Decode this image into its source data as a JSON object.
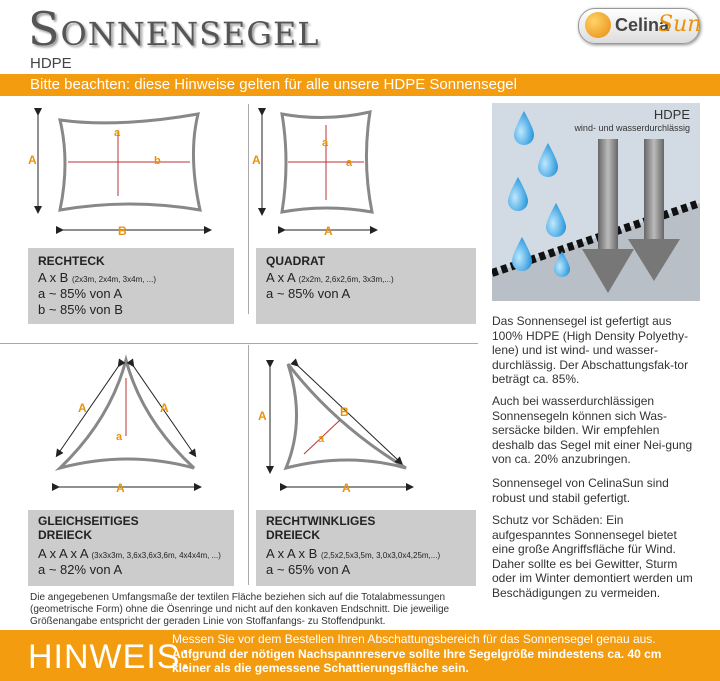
{
  "header": {
    "title": "Sonnensegel",
    "subtitle": "HDPE",
    "logo_a": "Celina",
    "logo_b": "Sun"
  },
  "notice_bar": "Bitte beachten: diese Hinweise gelten für alle unsere HDPE Sonnensegel",
  "labels": {
    "a": "a",
    "b": "b",
    "A": "A",
    "B": "B"
  },
  "panels": {
    "rechteck": {
      "heading": "RECHTECK",
      "line1_main": "A x B",
      "line1_small": "(2x3m, 2x4m, 3x4m, ...)",
      "line2": "a ~ 85% von A",
      "line3": "b ~ 85% von B"
    },
    "quadrat": {
      "heading": "QUADRAT",
      "line1_main": "A x A",
      "line1_small": "(2x2m, 2,6x2,6m, 3x3m,...)",
      "line2": "a ~ 85% von A"
    },
    "gleich": {
      "heading1": "GLEICHSEITIGES",
      "heading2": "DREIECK",
      "line1_main": "A x A x A",
      "line1_small": "(3x3x3m, 3,6x3,6x3,6m, 4x4x4m, ...)",
      "line2": "a ~ 82% von A"
    },
    "recht": {
      "heading1": "RECHTWINKLIGES",
      "heading2": "DREIECK",
      "line1_main": "A x A x B",
      "line1_small": "(2,5x2,5x3,5m, 3,0x3,0x4,25m,...)",
      "line2": "a ~ 65% von A"
    }
  },
  "info_box": {
    "title": "HDPE",
    "subtitle": "wind- und wasserdurchlässig"
  },
  "right_text": {
    "p1": "Das Sonnensegel ist gefertigt aus 100% HDPE (High Density Polyethy-lene) und ist wind- und wasser-durchlässig. Der Abschattungsfak-tor beträgt ca. 85%.",
    "p2": "Auch bei wasserdurchlässigen Sonnensegeln können sich Was-sersäcke bilden. Wir empfehlen deshalb das Segel mit einer Nei-gung von ca. 20% anzubringen.",
    "p3": "Sonnensegel von CelinaSun sind robust und stabil gefertigt.",
    "p4": "Schutz vor Schäden: Ein aufgespanntes Sonnensegel bietet eine große Angriffsfläche für Wind. Daher sollte es bei Gewitter, Sturm oder im Winter demontiert werden um Beschädigungen zu vermeiden."
  },
  "footnote": "Die angegebenen Umfangsmaße der textilen Fläche beziehen sich auf die Totalabmessungen (geometrische Form) ohne die Ösenringe und nicht auf den konkaven Endschnitt. Die jeweilige Größenangabe entspricht der geraden Linie von Stoffanfangs- zu Stoffendpunkt.",
  "hinweis": {
    "label": "HINWEIS:",
    "line1": "Messen Sie vor dem Bestellen Ihren Abschattungsbereich für das Sonnensegel genau aus.",
    "line2": "Aufgrund der nötigen Nachspannreserve sollte Ihre Segelgröße mindestens ca. 40 cm kleiner als die gemessene Schattierungsfläche sein."
  },
  "colors": {
    "orange": "#f39c0f",
    "red": "#c0392b",
    "gray_box": "#cccccc"
  }
}
